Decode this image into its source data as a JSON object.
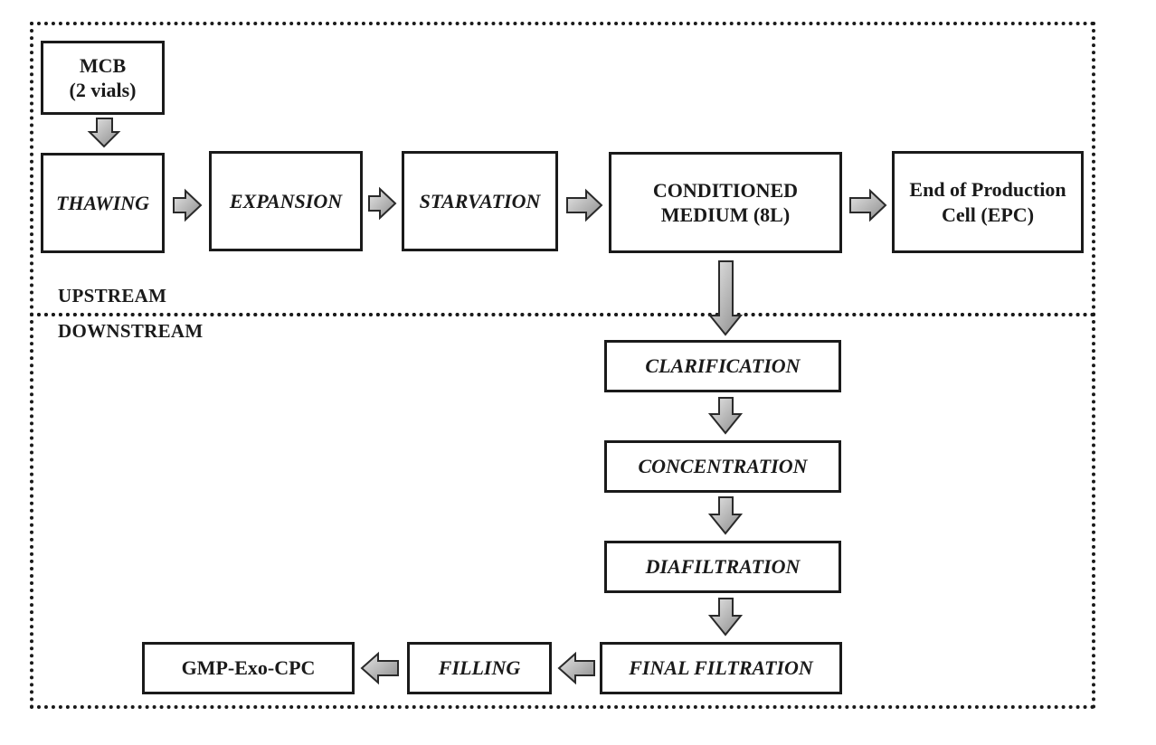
{
  "regions": {
    "upstream_label": "UPSTREAM",
    "downstream_label": "DOWNSTREAM"
  },
  "steps": {
    "mcb": "MCB\n(2 vials)",
    "thawing": "THAWING",
    "expansion": "EXPANSION",
    "starvation": "STARVATION",
    "conditioned_medium": "CONDITIONED\nMEDIUM (8L)",
    "epc": "End of Production\nCell (EPC)",
    "clarification": "CLARIFICATION",
    "concentration": "CONCENTRATION",
    "diafiltration": "DIAFILTRATION",
    "final_filtration": "FINAL FILTRATION",
    "filling": "FILLING",
    "gmp_exo_cpc": "GMP-Exo-CPC"
  },
  "colors": {
    "border": "#1a1a1a",
    "arrow_light": "#e6e6e6",
    "arrow_dark": "#8c8c8c"
  }
}
